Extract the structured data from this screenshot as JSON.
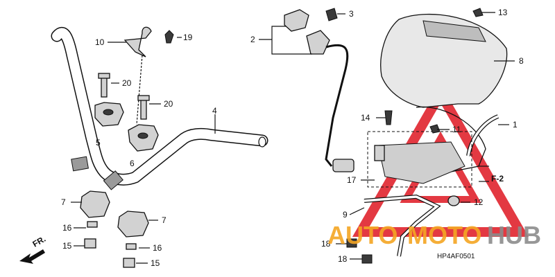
{
  "callouts": {
    "c1": "1",
    "c2": "2",
    "c3": "3",
    "c4": "4",
    "c5": "5",
    "c6": "6",
    "c7a": "7",
    "c7b": "7",
    "c8": "8",
    "c9": "9",
    "c10": "10",
    "c11": "11",
    "c12": "12",
    "c13": "13",
    "c14": "14",
    "c15a": "15",
    "c15b": "15",
    "c16a": "16",
    "c16b": "16",
    "c17": "17",
    "c18a": "18",
    "c18b": "18",
    "c19": "19",
    "c20a": "20",
    "c20b": "20"
  },
  "front_arrow_label": "FR.",
  "ref_label": "F-2",
  "diagram_code": "HP4AF0501",
  "watermark": {
    "part1": "AUTO",
    "part2": "MOTO",
    "part3": "HUB"
  },
  "colors": {
    "watermark_red": "#e0242e",
    "watermark_orange": "#f5a623",
    "watermark_gray": "#8c8c8c",
    "line": "#111111"
  }
}
